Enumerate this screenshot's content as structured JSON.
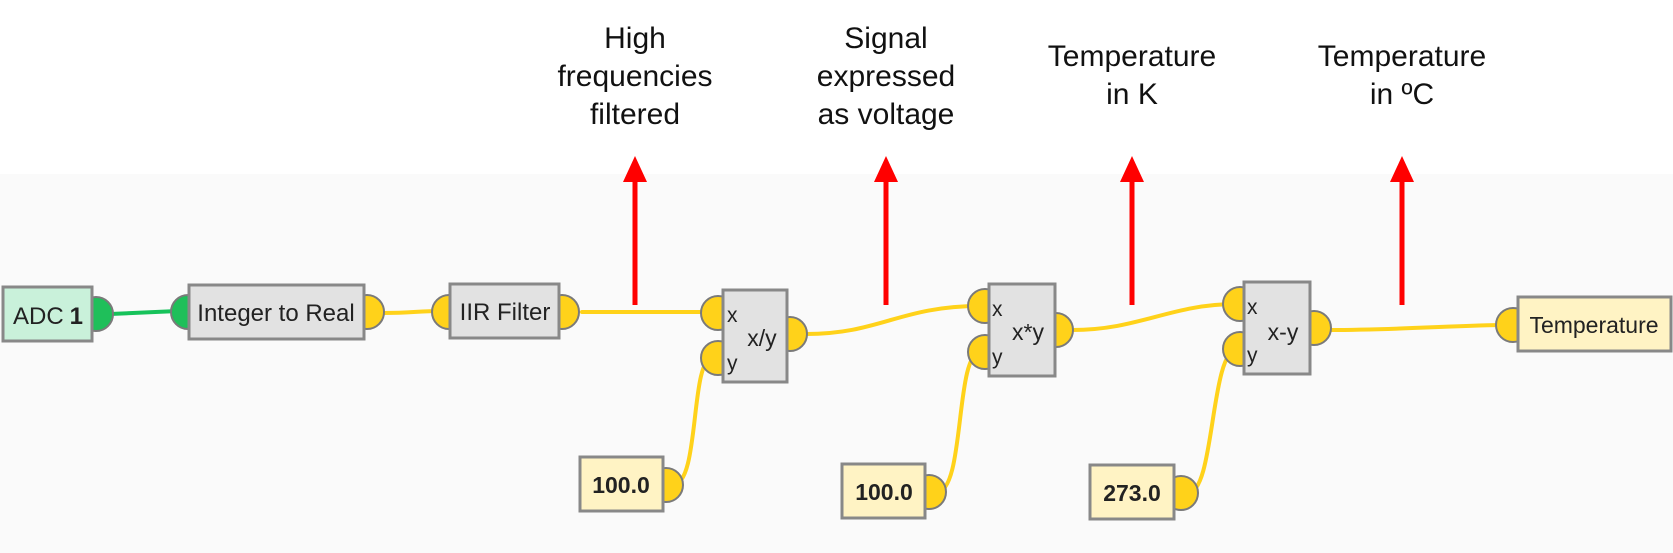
{
  "colors": {
    "canvas_bg": "#fafafa",
    "wire_yellow": "#ffd21a",
    "wire_green": "#16c25a",
    "port_yellow": "#ffd21a",
    "port_green": "#1fbf5a",
    "port_stroke": "#7a7a7a",
    "arrow": "#ff0000",
    "block_fill": "#e2e2e2",
    "adc_fill": "#c9f1da",
    "value_fill": "#fff3c4",
    "border": "#888888",
    "text": "#222222"
  },
  "annotations": {
    "a1": {
      "lines": [
        "High",
        "frequencies",
        "filtered"
      ]
    },
    "a2": {
      "lines": [
        "Signal",
        "expressed",
        "as voltage"
      ]
    },
    "a3": {
      "lines": [
        "Temperature",
        "in K"
      ]
    },
    "a4": {
      "lines": [
        "Temperature",
        "in ºC"
      ]
    }
  },
  "blocks": {
    "adc": {
      "label": "ADC",
      "channel": "1"
    },
    "int_to_real": {
      "label": "Integer to Real"
    },
    "iir": {
      "label": "IIR Filter"
    },
    "div": {
      "label": "x/y",
      "in_x": "x",
      "in_y": "y"
    },
    "mul": {
      "label": "x*y",
      "in_x": "x",
      "in_y": "y"
    },
    "sub": {
      "label": "x-y",
      "in_x": "x",
      "in_y": "y"
    },
    "output": {
      "label": "Temperature"
    }
  },
  "constants": {
    "c1": {
      "value": "100.0"
    },
    "c2": {
      "value": "100.0"
    },
    "c3": {
      "value": "273.0"
    }
  }
}
